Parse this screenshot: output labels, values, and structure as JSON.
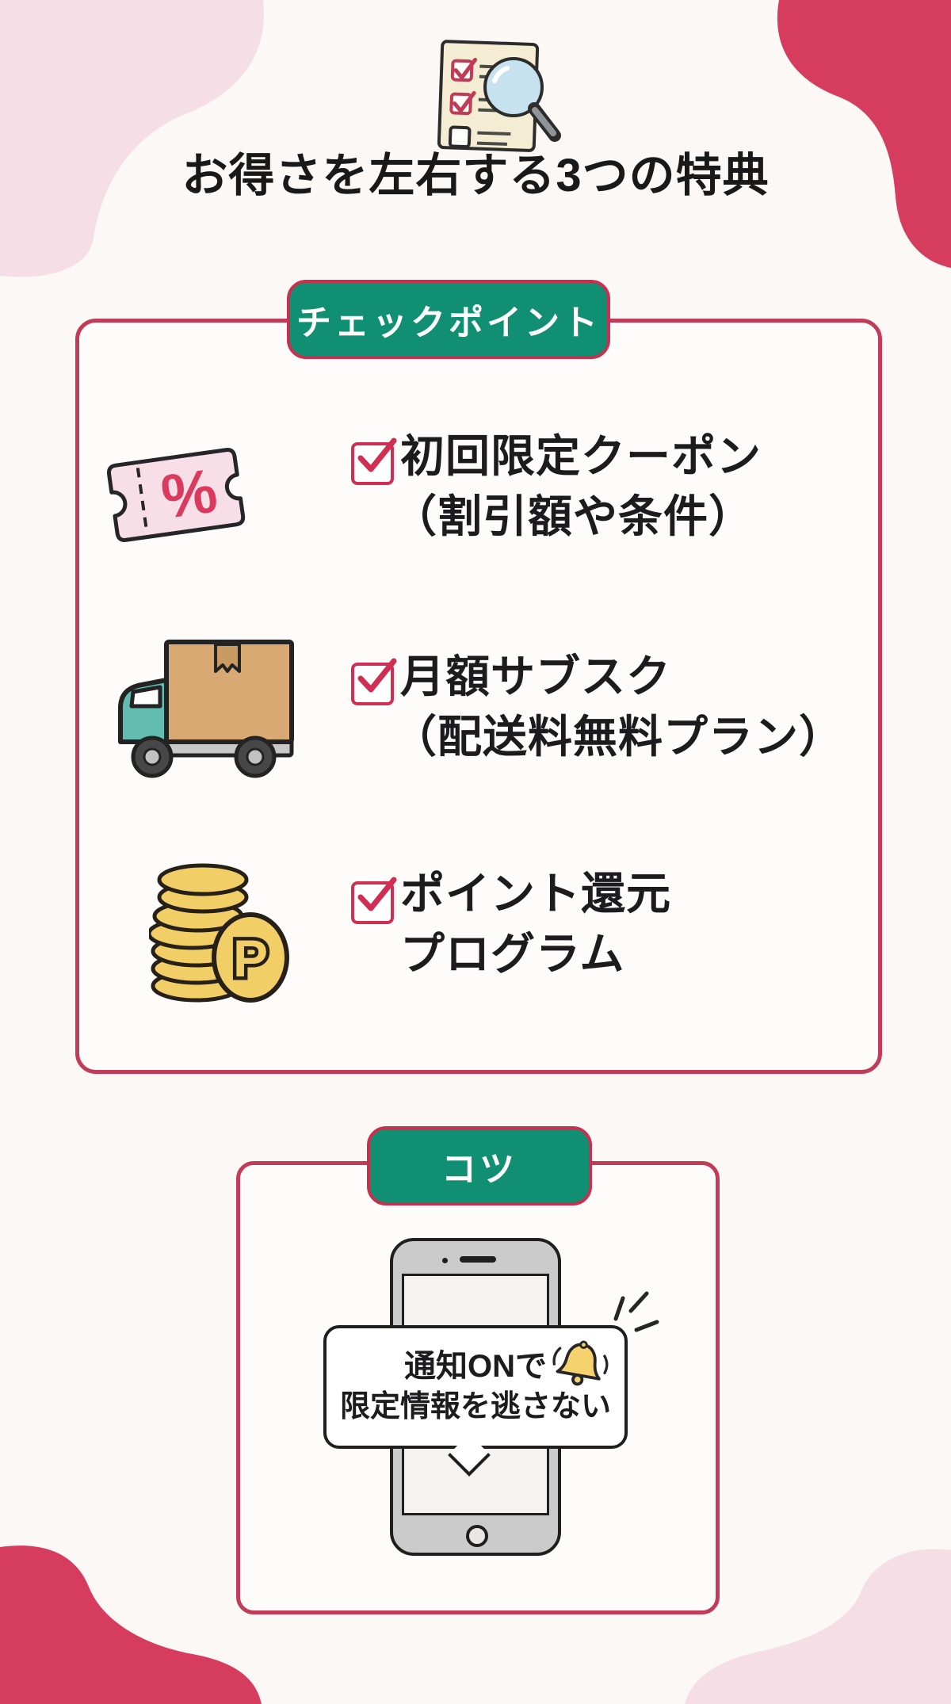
{
  "title": {
    "text": "お得さを左右する3つの特典"
  },
  "checkpoint_card": {
    "badge_label": "チェックポイント",
    "items": [
      {
        "icon": "coupon-ticket-icon",
        "line1": "初回限定クーポン",
        "line2": "（割引額や条件）"
      },
      {
        "icon": "delivery-truck-icon",
        "line1": "月額サブスク",
        "line2": "（配送料無料プラン）"
      },
      {
        "icon": "point-coins-icon",
        "line1": "ポイント還元",
        "line2": "プログラム"
      }
    ]
  },
  "tips_card": {
    "badge_label": "コツ",
    "bubble": {
      "line1": "通知ONで",
      "line2": "限定情報を逃さない"
    }
  },
  "glyphs": {
    "ticket_percent": "%",
    "coin_point": "P"
  },
  "colors": {
    "accent_red": "#d63c5e",
    "border_red": "#c23b58",
    "badge_green": "#108f72",
    "light_pink": "#f6dee6",
    "coin_yellow": "#f2ce66",
    "truck_teal": "#63bcb1",
    "bell_yellow": "#f5d26e",
    "lens_blue": "#c7e2ef",
    "text_black": "#1c1c1e"
  }
}
